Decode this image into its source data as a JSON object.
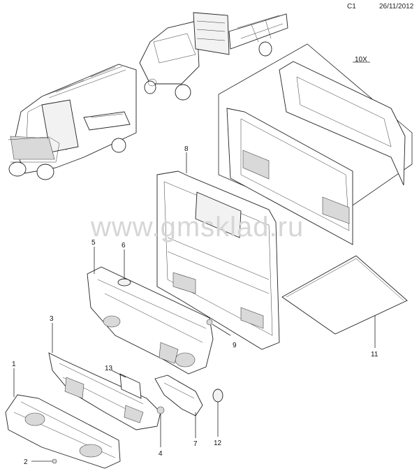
{
  "header": {
    "code": "C1",
    "date": "26/11/2012"
  },
  "watermark": "www.gmsklad.ru",
  "callouts": {
    "c1": "1",
    "c2": "2",
    "c3": "3",
    "c4": "4",
    "c5": "5",
    "c6": "6",
    "c7": "7",
    "c8": "8",
    "c9": "9",
    "c10x": "10X",
    "c11": "11",
    "c12": "12",
    "c13": "13"
  }
}
